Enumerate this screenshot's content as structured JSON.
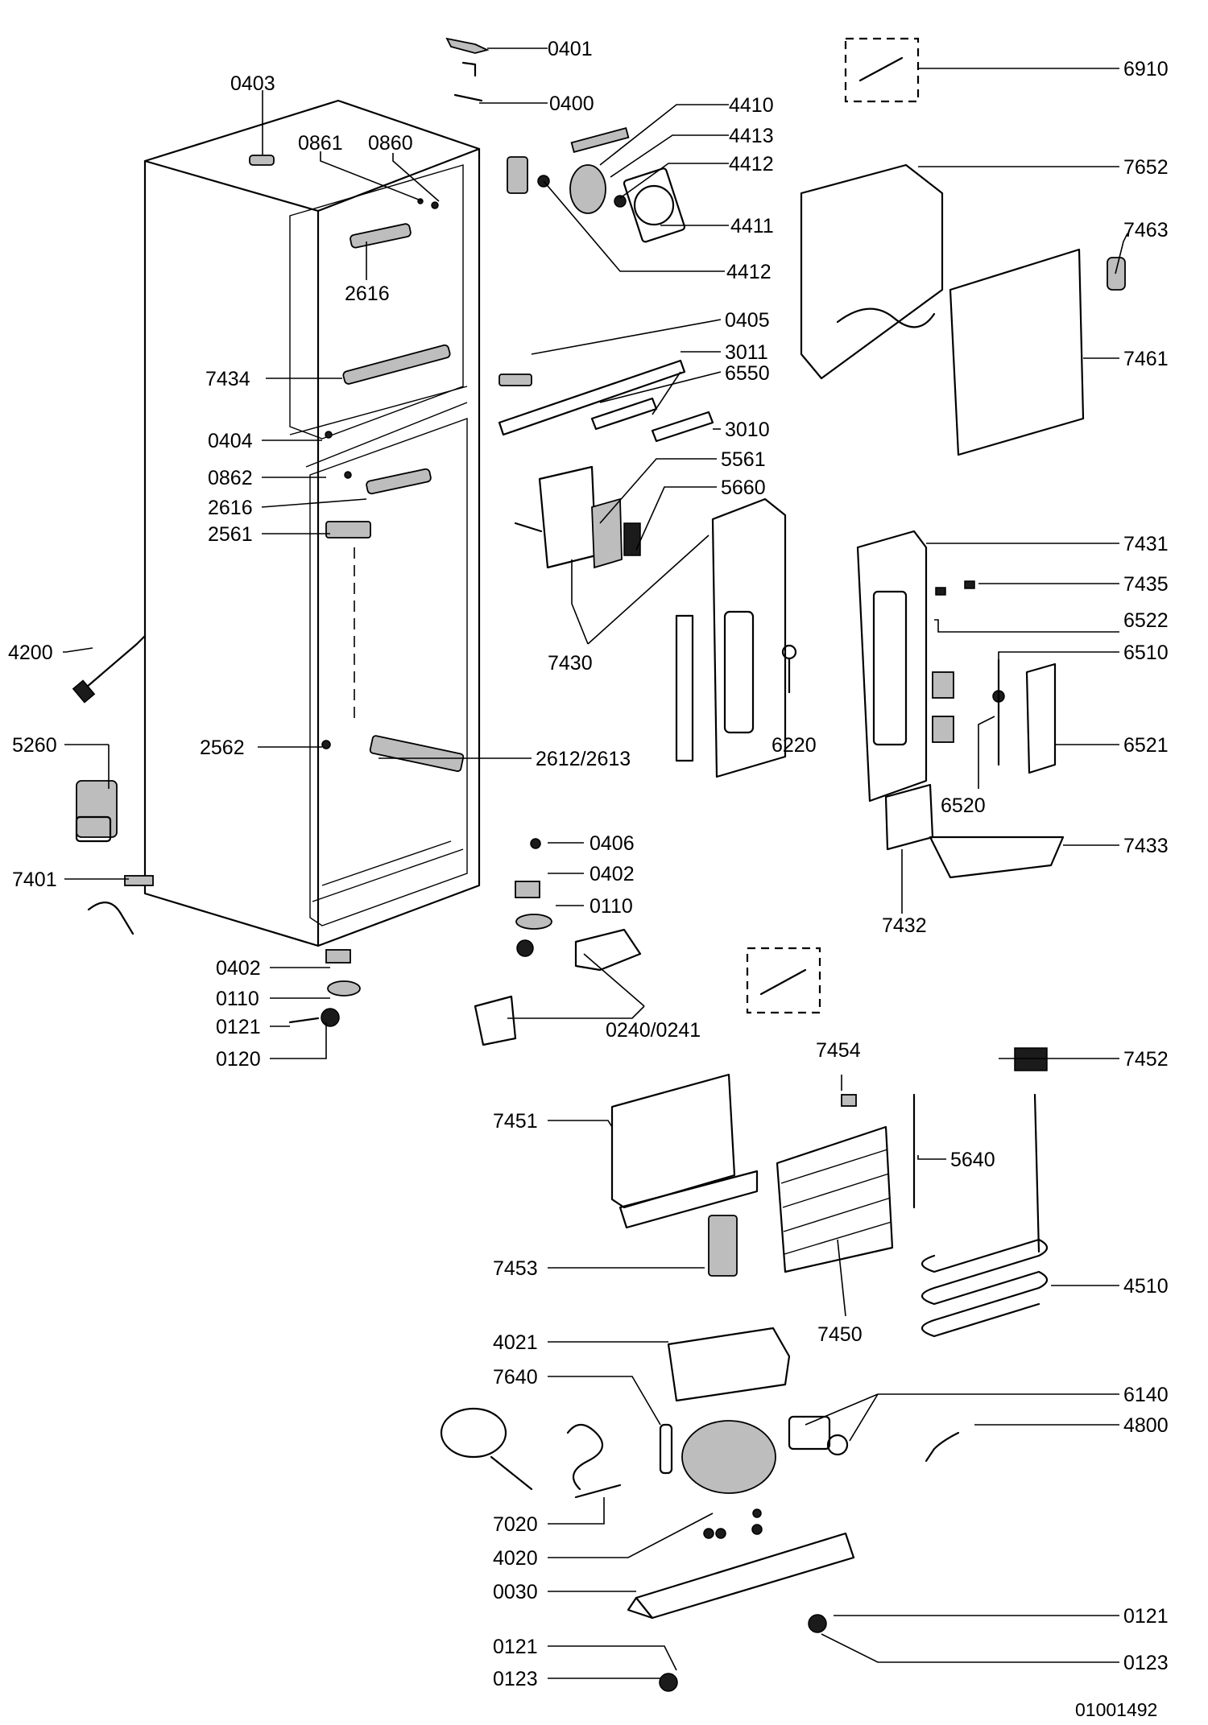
{
  "callouts": {
    "c0401": "0401",
    "c0400": "0400",
    "c0403": "0403",
    "c0861": "0861",
    "c0860": "0860",
    "c4410": "4410",
    "c4413": "4413",
    "c4412a": "4412",
    "c4411": "4411",
    "c4412b": "4412",
    "c6910": "6910",
    "c7652": "7652",
    "c7463": "7463",
    "c7461": "7461",
    "c2616a": "2616",
    "c0405": "0405",
    "c3011": "3011",
    "c6550": "6550",
    "c7434": "7434",
    "c3010": "3010",
    "c0404": "0404",
    "c5561": "5561",
    "c0862": "0862",
    "c5660": "5660",
    "c2616b": "2616",
    "c2561": "2561",
    "c7431": "7431",
    "c7435": "7435",
    "c6522": "6522",
    "c6510": "6510",
    "c4200": "4200",
    "c7430": "7430",
    "c6220": "6220",
    "c5260": "5260",
    "c2562": "2562",
    "c2612": "2612/2613",
    "c6521": "6521",
    "c6520": "6520",
    "c0406": "0406",
    "c7433": "7433",
    "c0402a": "0402",
    "c7401": "7401",
    "c0110a": "0110",
    "c7432": "7432",
    "c0402b": "0402",
    "c0110b": "0110",
    "c0121a": "0121",
    "c0240": "0240/0241",
    "c0120": "0120",
    "c7454": "7454",
    "c7452": "7452",
    "c7451": "7451",
    "c5640": "5640",
    "c7453": "7453",
    "c4510": "4510",
    "c7450": "7450",
    "c4021": "4021",
    "c7640": "7640",
    "c6140": "6140",
    "c4800": "4800",
    "c7020": "7020",
    "c4020": "4020",
    "c0030": "0030",
    "c0121b": "0121",
    "c0121c": "0121",
    "c0123a": "0123",
    "c0123b": "0123"
  },
  "document_number": "01001492"
}
